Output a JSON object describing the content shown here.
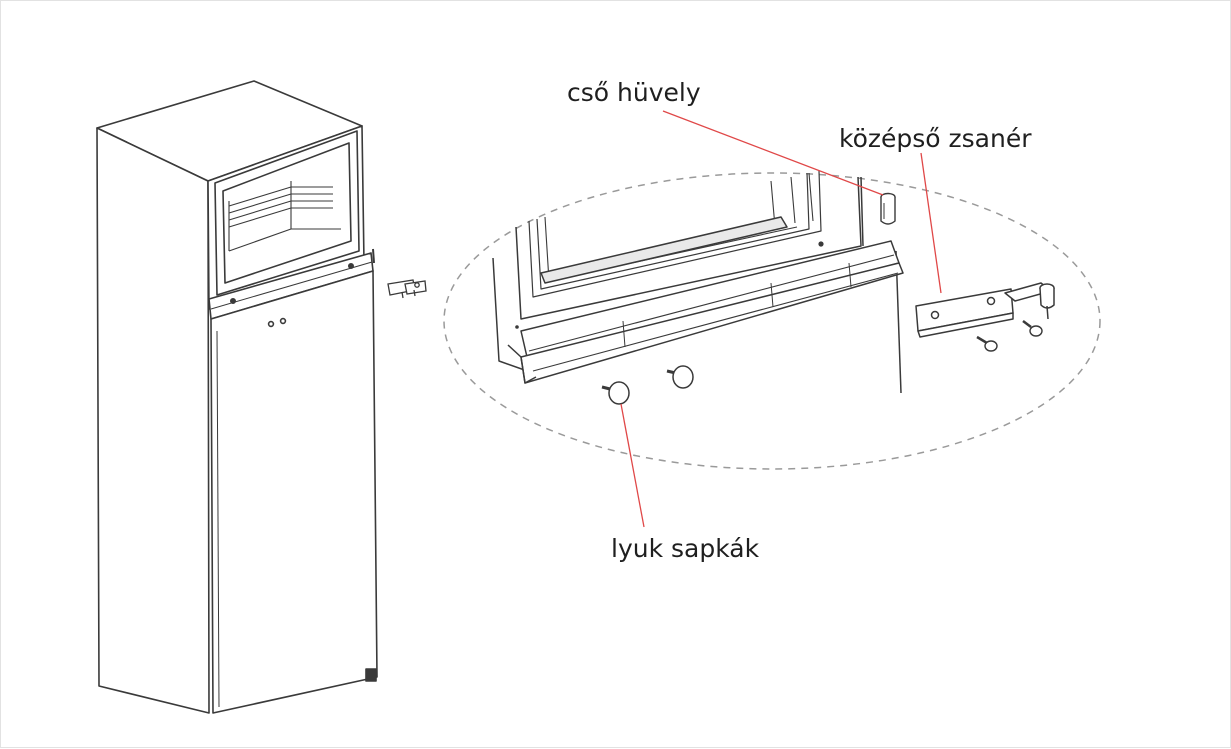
{
  "labels": {
    "tube_sleeve": "cső hüvely",
    "middle_hinge": "középső zsanér",
    "hole_caps": "lyuk sapkák"
  },
  "colors": {
    "outline": "#3a3a3a",
    "leader": "#e04848",
    "dashed_ellipse": "#9a9a9a",
    "frame_border": "#e2e2e2"
  },
  "icons": {
    "fridge": "fridge-illustration",
    "hinge": "hinge-plate-illustration",
    "screw": "screw-icon",
    "cap": "hole-cap-icon"
  }
}
